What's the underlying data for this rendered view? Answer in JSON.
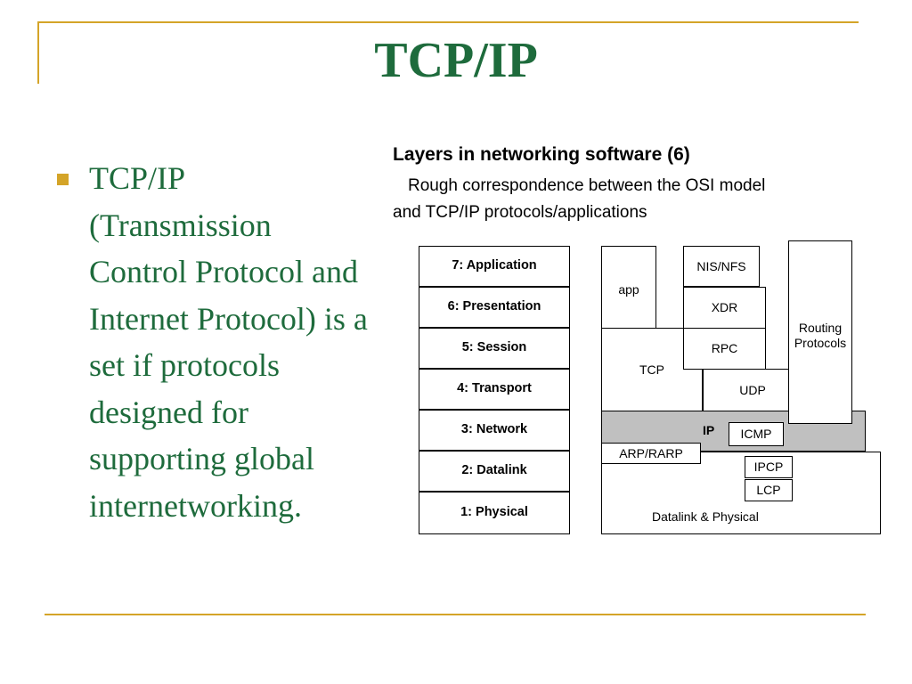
{
  "slide": {
    "title": "TCP/IP",
    "bullet": "TCP/IP (Transmission Control Protocol and Internet Protocol) is a set if protocols designed for supporting global internetworking."
  },
  "diagram": {
    "title": "Layers in networking software (6)",
    "subtitle_line1": "Rough correspondence between the OSI model",
    "subtitle_line2": "and TCP/IP protocols/applications",
    "osi_layers": [
      "7: Application",
      "6: Presentation",
      "5: Session",
      "4: Transport",
      "3: Network",
      "2: Datalink",
      "1: Physical"
    ],
    "tcpip": {
      "app": "app",
      "nis_nfs": "NIS/NFS",
      "xdr": "XDR",
      "rpc": "RPC",
      "tcp": "TCP",
      "udp": "UDP",
      "routing": "Routing Protocols",
      "ip": "IP",
      "icmp": "ICMP",
      "arp_rarp": "ARP/RARP",
      "ipcp": "IPCP",
      "lcp": "LCP",
      "datalink_physical": "Datalink & Physical"
    }
  },
  "colors": {
    "title_green": "#1e6b3c",
    "accent_gold": "#d4a428",
    "ip_layer_gray": "#c0c0c0"
  }
}
